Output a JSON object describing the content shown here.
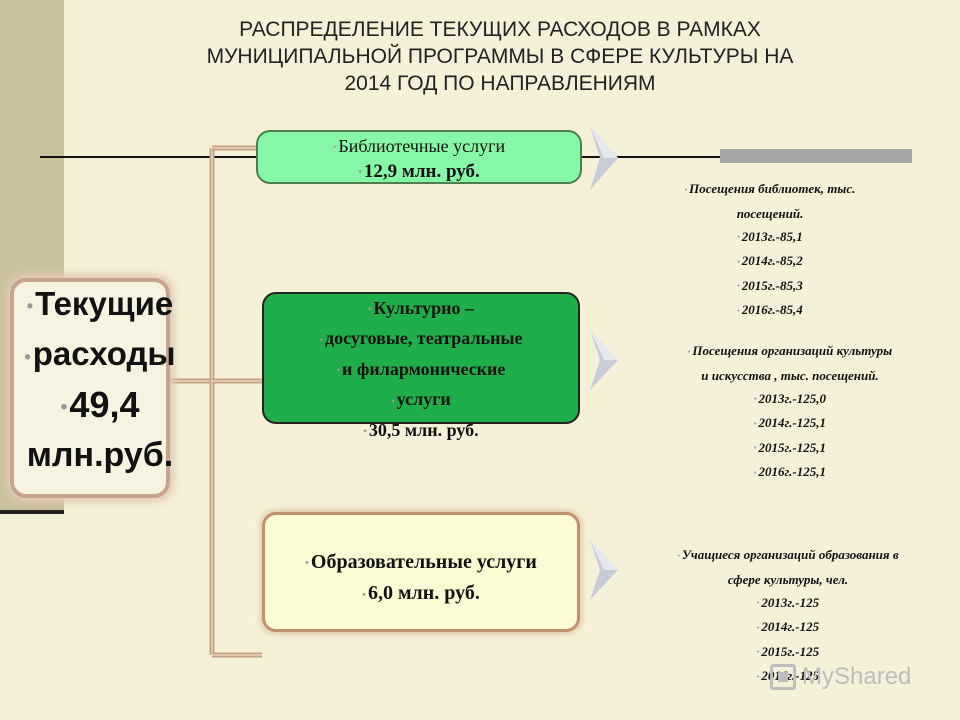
{
  "title": {
    "line1": "РАСПРЕДЕЛЕНИЕ ТЕКУЩИХ РАСХОДОВ В РАМКАХ",
    "line2": "МУНИЦИПАЛЬНОЙ ПРОГРАММЫ В  СФЕРЕ КУЛЬТУРЫ НА",
    "line3": "2014 ГОД ПО НАПРАВЛЕНИЯМ"
  },
  "main": {
    "line1": "Текущие",
    "line2": "расходы",
    "line3": "49,4",
    "line4": "млн.руб."
  },
  "boxes": [
    {
      "lines": [
        "Библиотечные услуги",
        "12,9 млн. руб."
      ],
      "color": "#86f7a6"
    },
    {
      "lines": [
        "Культурно –",
        "досуговые, театральные",
        "и филармонические",
        "услуги",
        "30,5 млн. руб."
      ],
      "color": "#1fae4a"
    },
    {
      "lines": [
        "Образовательные услуги",
        "6,0 млн. руб."
      ],
      "color": "#fbfbd4"
    }
  ],
  "stats": [
    {
      "lines": [
        "Посещения библиотек, тыс.",
        "посещений.",
        "2013г.-85,1",
        "2014г.-85,2",
        "2015г.-85,3",
        "2016г.-85,4"
      ]
    },
    {
      "lines": [
        "Посещения организаций культуры",
        "и искусства , тыс. посещений.",
        "2013г.-125,0",
        "2014г.-125,1",
        "2015г.-125,1",
        "2016г.-125,1"
      ]
    },
    {
      "lines": [
        "Учащиеся  организаций образования в",
        "сфере культуры, чел.",
        "2013г.-125",
        "2014г.-125",
        "2015г.-125",
        "2016г.-125"
      ]
    }
  ],
  "watermark": {
    "text": "MyShared",
    "icon": "myshared-logo-icon"
  }
}
